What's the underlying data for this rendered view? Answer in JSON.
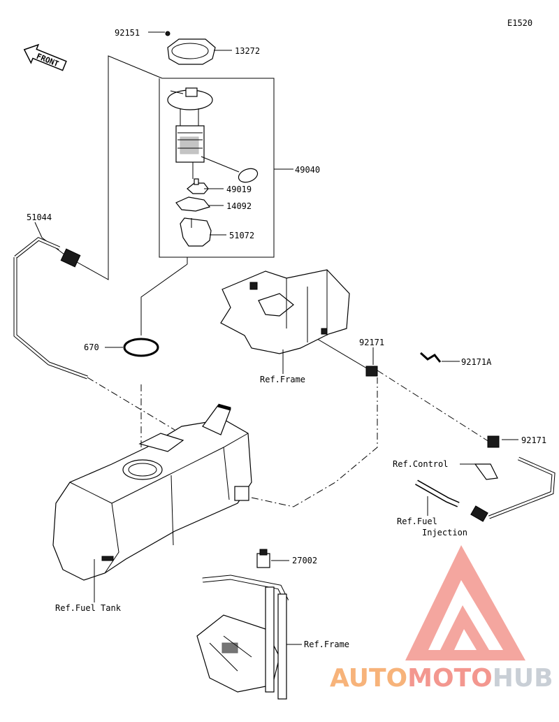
{
  "diagram_code": "E1520",
  "front_label": "FRONT",
  "labels": {
    "p92151": "92151",
    "p13272": "13272",
    "p49040": "49040",
    "p49019": "49019",
    "p14092": "14092",
    "p51072": "51072",
    "p51044": "51044",
    "p670": "670",
    "p92171_a": "92171",
    "p92171A": "92171A",
    "p92171_b": "92171",
    "p27002": "27002",
    "ref_frame_top": "Ref.Frame",
    "ref_control": "Ref.Control",
    "ref_fuel_injection_1": "Ref.Fuel",
    "ref_fuel_injection_2": "Injection",
    "ref_fuel_tank": "Ref.Fuel Tank",
    "ref_frame_bottom": "Ref.Frame"
  },
  "watermark": {
    "part1": "AUTO",
    "part2": "MOTO",
    "part3": "HUB"
  }
}
